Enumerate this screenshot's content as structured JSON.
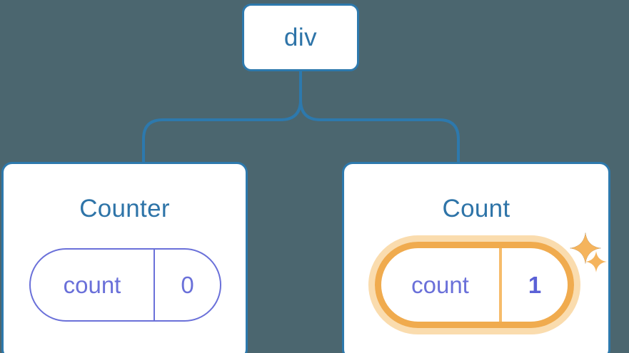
{
  "diagram": {
    "background_color": "#4b666f",
    "node_border_color": "#2d79ad",
    "node_text_color": "#2e74a8",
    "state_color": "#6a70d9",
    "highlight_color": "#f0ab4e",
    "highlight_glow_color": "#fadcae"
  },
  "root": {
    "label": "div"
  },
  "nodes": [
    {
      "title": "Counter",
      "state": {
        "key": "count",
        "value": "0",
        "highlighted": false
      }
    },
    {
      "title": "Count",
      "state": {
        "key": "count",
        "value": "1",
        "highlighted": true
      }
    }
  ],
  "icons": {
    "sparkle_large": "sparkle-icon",
    "sparkle_small": "sparkle-icon"
  }
}
